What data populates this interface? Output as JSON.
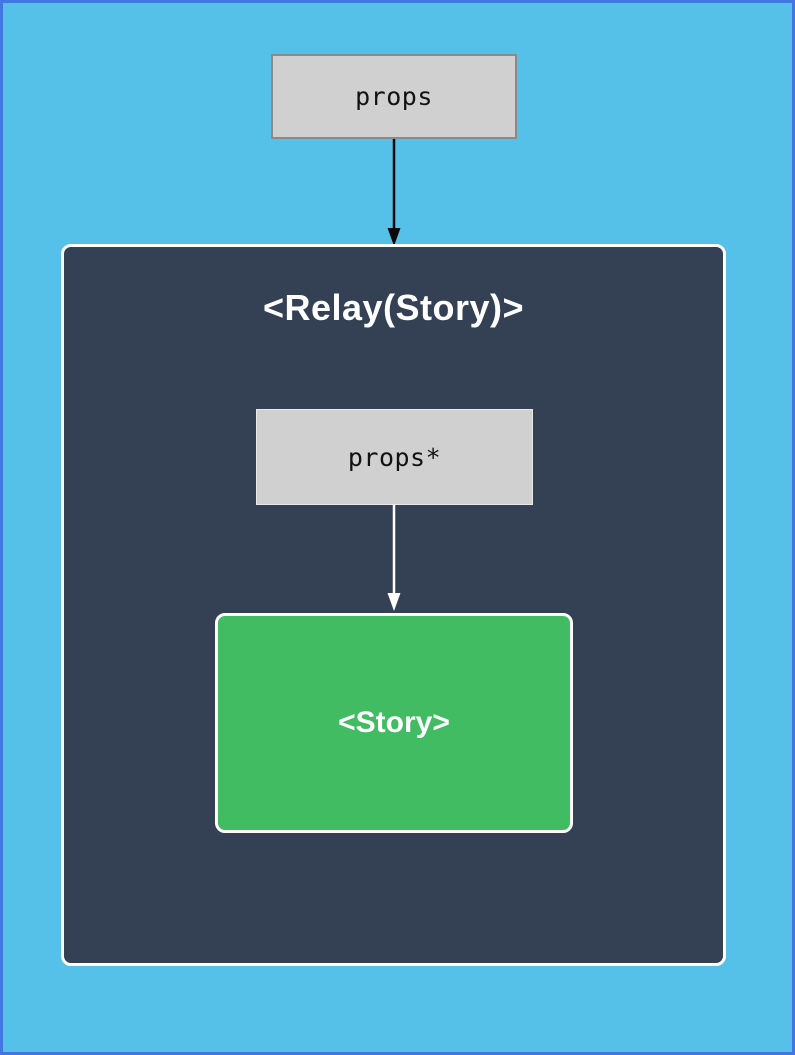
{
  "diagram": {
    "props_label": "props",
    "relay_title": "<Relay(Story)>",
    "props_star_label": "props*",
    "story_label": "<Story>"
  },
  "icons": {
    "props_arrow": "arrow-down-icon",
    "props_star_arrow": "arrow-down-icon"
  },
  "colors": {
    "page-border": "#4276e0",
    "page-background": "#55c1e8",
    "container-background": "#344154",
    "container-border": "#ffffff",
    "box-background": "#d0d0d0",
    "box-border": "#8a8a8a",
    "box-inner-border": "#e9e9e9",
    "story-background": "#41bc63",
    "arrow-dark": "#0a0a0a",
    "arrow-light": "#ffffff",
    "title-text": "#ffffff",
    "box-text": "#121212"
  }
}
